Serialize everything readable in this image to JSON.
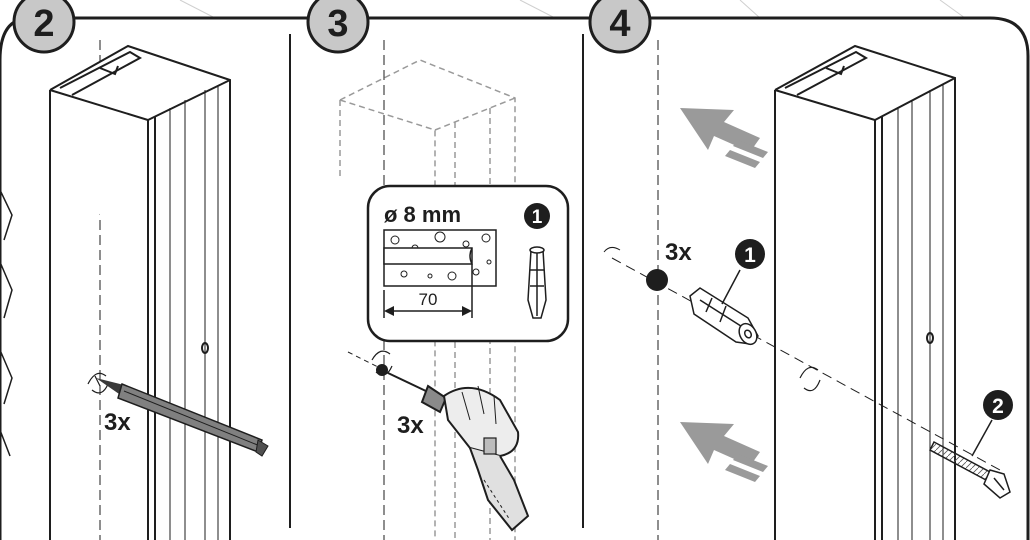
{
  "steps": [
    {
      "number": "2",
      "quantity": "3x"
    },
    {
      "number": "3",
      "quantity": "3x",
      "drill_diameter": "ø 8 mm",
      "drill_depth": "70",
      "part_callout": "1"
    },
    {
      "number": "4",
      "quantity": "3x",
      "callouts": [
        "1",
        "2"
      ]
    }
  ],
  "colors": {
    "badge_fill": "#c8c8c8",
    "ink": "#1e1e1e",
    "arrow_fill": "#9a9a9a",
    "profile_fill": "#ffffff"
  },
  "icons": [
    "pencil-icon",
    "drill-icon",
    "wall-plug-icon",
    "screw-icon",
    "push-arrow-icon"
  ]
}
